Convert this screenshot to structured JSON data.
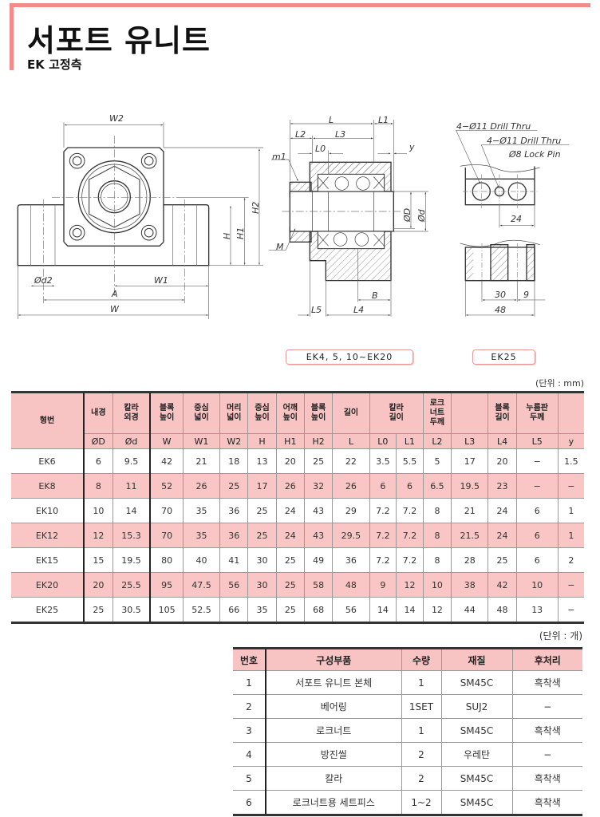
{
  "header": {
    "title": "서포트 유니트",
    "subtitle": "EK 고정측"
  },
  "colors": {
    "accent": "#f48a8a",
    "row_highlight": "#f9c5c5"
  },
  "drawing_front": {
    "W2": "W2",
    "H2": "H2",
    "H1": "H1",
    "H": "H",
    "d2": "Ød2",
    "W1": "W1",
    "A": "A",
    "W": "W"
  },
  "drawing_section": {
    "L": "L",
    "L1": "L1",
    "L2": "L2",
    "L3": "L3",
    "L0": "L0",
    "y": "y",
    "m1": "m1",
    "M": "M",
    "D": "ØD",
    "d": "Ød",
    "B": "B",
    "L5": "L5",
    "L4": "L4"
  },
  "drawing_ek25": {
    "drill1": "4−Ø11 Drill Thru",
    "drill2": "4−Ø11 Drill Thru",
    "pin": "Ø8 Lock Pin",
    "dim24": "24",
    "dim30": "30",
    "dim9": "9",
    "dim48": "48"
  },
  "captions": {
    "left": "EK4, 5, 10~EK20",
    "right": "EK25"
  },
  "spec_table": {
    "unit": "(단위 : mm)",
    "model_header": "형번",
    "headers": [
      "내경",
      "칼라\n외경",
      "블록\n높이",
      "중심\n넓이",
      "머리\n넓이",
      "중심\n높이",
      "어깨\n높이",
      "블록\n높이",
      "길이",
      "칼라\n길이",
      "로크\n너트\n두께",
      "",
      "블록\n길이",
      "누름판\n두께",
      ""
    ],
    "symbols": [
      "ØD",
      "Ød",
      "W",
      "W1",
      "W2",
      "H",
      "H1",
      "H2",
      "L",
      "L0",
      "L1",
      "L2",
      "L3",
      "L4",
      "L5",
      "y"
    ],
    "rows": [
      {
        "model": "EK6",
        "values": [
          "6",
          "9.5",
          "42",
          "21",
          "18",
          "13",
          "20",
          "25",
          "22",
          "3.5",
          "5.5",
          "5",
          "17",
          "20",
          "−",
          "1.5"
        ]
      },
      {
        "model": "EK8",
        "values": [
          "8",
          "11",
          "52",
          "26",
          "25",
          "17",
          "26",
          "32",
          "26",
          "6",
          "6",
          "6.5",
          "19.5",
          "23",
          "−",
          "−"
        ]
      },
      {
        "model": "EK10",
        "values": [
          "10",
          "14",
          "70",
          "35",
          "36",
          "25",
          "24",
          "43",
          "29",
          "7.2",
          "7.2",
          "8",
          "21",
          "24",
          "6",
          "1"
        ]
      },
      {
        "model": "EK12",
        "values": [
          "12",
          "15.3",
          "70",
          "35",
          "36",
          "25",
          "24",
          "43",
          "29.5",
          "7.2",
          "7.2",
          "8",
          "21.5",
          "24",
          "6",
          "1"
        ]
      },
      {
        "model": "EK15",
        "values": [
          "15",
          "19.5",
          "80",
          "40",
          "41",
          "30",
          "25",
          "49",
          "36",
          "7.2",
          "7.2",
          "8",
          "28",
          "25",
          "6",
          "2"
        ]
      },
      {
        "model": "EK20",
        "values": [
          "20",
          "25.5",
          "95",
          "47.5",
          "56",
          "30",
          "25",
          "58",
          "48",
          "9",
          "12",
          "10",
          "38",
          "42",
          "10",
          "−"
        ]
      },
      {
        "model": "EK25",
        "values": [
          "25",
          "30.5",
          "105",
          "52.5",
          "66",
          "35",
          "25",
          "68",
          "56",
          "14",
          "14",
          "12",
          "44",
          "48",
          "13",
          "−"
        ]
      }
    ]
  },
  "parts_table": {
    "unit": "(단위 : 개)",
    "headers": [
      "번호",
      "구성부품",
      "수량",
      "재질",
      "후처리"
    ],
    "rows": [
      [
        "1",
        "서포트 유니트 본체",
        "1",
        "SM45C",
        "흑착색"
      ],
      [
        "2",
        "베어링",
        "1SET",
        "SUJ2",
        "−"
      ],
      [
        "3",
        "로크너트",
        "1",
        "SM45C",
        "흑착색"
      ],
      [
        "4",
        "방진씰",
        "2",
        "우레탄",
        "−"
      ],
      [
        "5",
        "칼라",
        "2",
        "SM45C",
        "흑착색"
      ],
      [
        "6",
        "로크너트용 세트피스",
        "1~2",
        "SM45C",
        "흑착색"
      ]
    ]
  }
}
